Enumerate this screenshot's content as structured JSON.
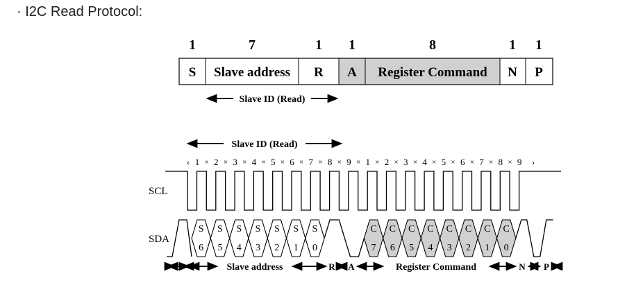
{
  "title": "· I2C Read Protocol:",
  "frame": {
    "fields": [
      {
        "bits": "1",
        "label": "S",
        "shaded": false
      },
      {
        "bits": "7",
        "label": "Slave address",
        "shaded": false
      },
      {
        "bits": "1",
        "label": "R",
        "shaded": false
      },
      {
        "bits": "1",
        "label": "A",
        "shaded": true
      },
      {
        "bits": "8",
        "label": "Register Command",
        "shaded": true
      },
      {
        "bits": "1",
        "label": "N",
        "shaded": false
      },
      {
        "bits": "1",
        "label": "P",
        "shaded": false
      }
    ],
    "slave_id_label": "Slave ID (Read)"
  },
  "timing": {
    "slave_id_label": "Slave ID (Read)",
    "clock_marks_a": [
      "1",
      "2",
      "3",
      "4",
      "5",
      "6",
      "7",
      "8",
      "9"
    ],
    "clock_marks_b": [
      "1",
      "2",
      "3",
      "4",
      "5",
      "6",
      "7",
      "8",
      "9"
    ],
    "scl_label": "SCL",
    "sda_label": "SDA",
    "slave_bits": [
      {
        "top": "S",
        "bottom": "6"
      },
      {
        "top": "S",
        "bottom": "5"
      },
      {
        "top": "S",
        "bottom": "4"
      },
      {
        "top": "S",
        "bottom": "3"
      },
      {
        "top": "S",
        "bottom": "2"
      },
      {
        "top": "S",
        "bottom": "1"
      },
      {
        "top": "S",
        "bottom": "0"
      }
    ],
    "command_bits": [
      {
        "top": "C",
        "bottom": "7"
      },
      {
        "top": "C",
        "bottom": "6"
      },
      {
        "top": "C",
        "bottom": "5"
      },
      {
        "top": "C",
        "bottom": "4"
      },
      {
        "top": "C",
        "bottom": "3"
      },
      {
        "top": "C",
        "bottom": "2"
      },
      {
        "top": "C",
        "bottom": "1"
      },
      {
        "top": "C",
        "bottom": "0"
      }
    ],
    "segments": {
      "s": "S",
      "slave": "Slave address",
      "r": "R",
      "a": "A",
      "command": "Register Command",
      "n": "N",
      "p": "P"
    }
  },
  "colors": {
    "shade": "#d0d0d0",
    "line": "#000000"
  }
}
